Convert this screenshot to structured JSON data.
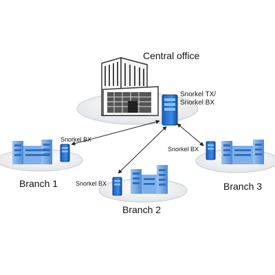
{
  "labels": {
    "central": "Central office",
    "central_server": [
      "Snorkel TX/",
      "Snorkel BX"
    ],
    "branch1_server": "Snorkel BX",
    "branch2_server": "Snorkel BX",
    "branch3_server": "Snorkel BX",
    "branch1": "Branch 1",
    "branch2": "Branch 2",
    "branch3": "Branch 3"
  },
  "colors": {
    "platform": "#eef0f2",
    "building_blue": "#6fa6e0",
    "building_dark": "#2f6fc0",
    "server_blue": "#2a78d6",
    "hq_gray": "#4a4a4a",
    "arrow": "#222222"
  },
  "icons": [
    "office-building-icon",
    "branch-building-icon",
    "server-tower-icon"
  ]
}
